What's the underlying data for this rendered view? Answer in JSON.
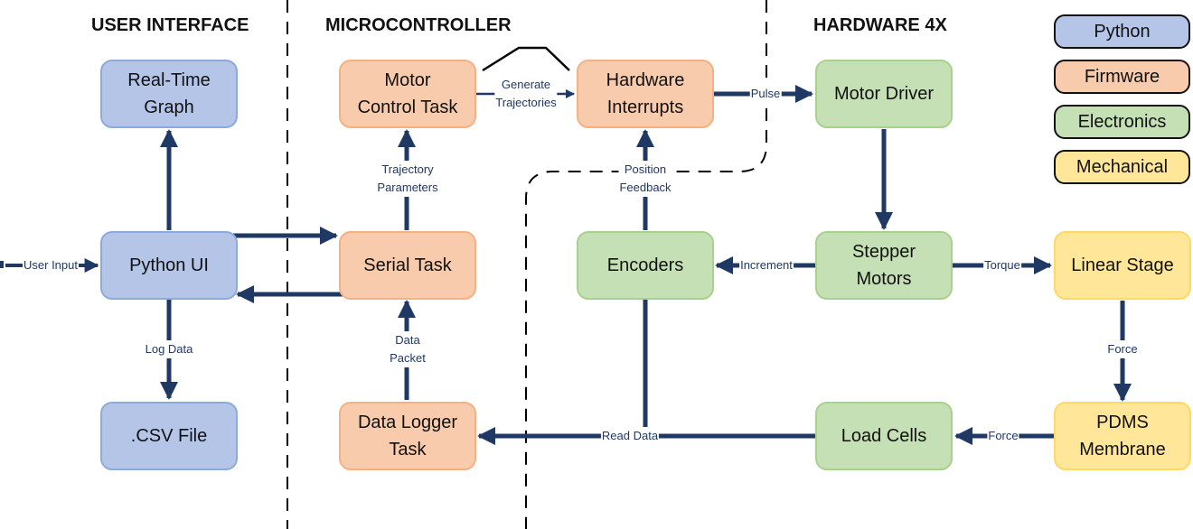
{
  "sections": {
    "user_interface": "USER INTERFACE",
    "microcontroller": "MICROCONTROLLER",
    "hardware": "HARDWARE 4X"
  },
  "legend": {
    "python": "Python",
    "firmware": "Firmware",
    "electronics": "Electronics",
    "mechanical": "Mechanical"
  },
  "colors": {
    "python": "#b4c5e7",
    "firmware": "#f8cbad",
    "electronics": "#c5e0b4",
    "mechanical": "#ffe699",
    "arrow": "#1f3864"
  },
  "nodes": {
    "realtime_graph": "Real-Time\nGraph",
    "python_ui": "Python UI",
    "csv_file": ".CSV File",
    "motor_control_task": "Motor\nControl Task",
    "serial_task": "Serial Task",
    "data_logger_task": "Data Logger\nTask",
    "hardware_interrupts": "Hardware\nInterrupts",
    "encoders": "Encoders",
    "motor_driver": "Motor Driver",
    "stepper_motors": "Stepper\nMotors",
    "load_cells": "Load Cells",
    "linear_stage": "Linear Stage",
    "pdms_membrane": "PDMS\nMembrane"
  },
  "edges": {
    "user_input": "User Input",
    "log_data": "Log Data",
    "generate_trajectories": "Generate\nTrajectories",
    "trajectory_parameters": "Trajectory\nParameters",
    "data_packet": "Data\nPacket",
    "pulse": "Pulse",
    "position_feedback": "Position\nFeedback",
    "increment": "Increment",
    "torque": "Torque",
    "force_stage": "Force",
    "force_cells": "Force",
    "read_data": "Read Data"
  }
}
